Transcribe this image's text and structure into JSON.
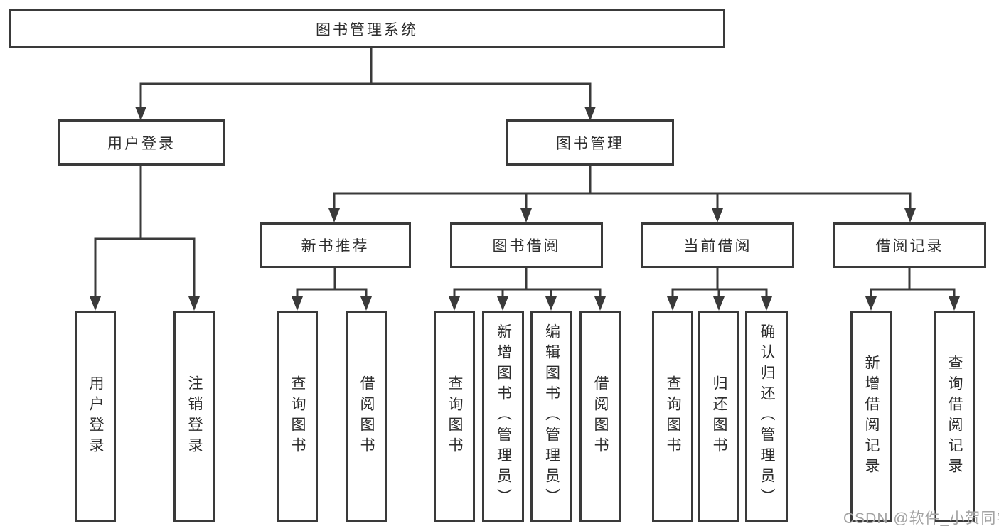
{
  "colors": {
    "line": "#3a3a3a",
    "border": "#3a3a3a",
    "text": "#2d2d2d",
    "watermark": "#a3a3a3",
    "background": "#ffffff"
  },
  "watermark": {
    "text": "CSDN @软件_小贺同学"
  },
  "nodes": {
    "root": {
      "label": "图书管理系统"
    },
    "user_login": {
      "label": "用户登录",
      "children": [
        {
          "label": "用户登录"
        },
        {
          "label": "注销登录"
        }
      ]
    },
    "book_mgmt": {
      "label": "图书管理",
      "children": [
        {
          "label": "新书推荐",
          "children": [
            {
              "label": "查询图书"
            },
            {
              "label": "借阅图书"
            }
          ]
        },
        {
          "label": "图书借阅",
          "children": [
            {
              "label": "查询图书"
            },
            {
              "label": "新增图书（管理员）"
            },
            {
              "label": "编辑图书（管理员）"
            },
            {
              "label": "借阅图书"
            }
          ]
        },
        {
          "label": "当前借阅",
          "children": [
            {
              "label": "查询图书"
            },
            {
              "label": "归还图书"
            },
            {
              "label": "确认归还（管理员）"
            }
          ]
        },
        {
          "label": "借阅记录",
          "children": [
            {
              "label": "新增借阅记录"
            },
            {
              "label": "查询借阅记录"
            }
          ]
        }
      ]
    }
  }
}
